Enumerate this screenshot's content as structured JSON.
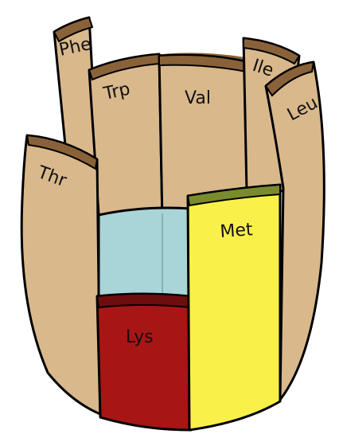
{
  "barrel": {
    "labels": {
      "phe": "Phe",
      "trp": "Trp",
      "val": "Val",
      "ile": "Ile",
      "leu": "Leu",
      "thr": "Thr",
      "met": "Met",
      "lys": "Lys"
    }
  },
  "colors": {
    "stave": "#D9B88C",
    "stave_edge": "#8A6239",
    "water": "#A9D4D8",
    "lys": "#A81515",
    "met": "#FAF04A",
    "outline": "#000000"
  }
}
